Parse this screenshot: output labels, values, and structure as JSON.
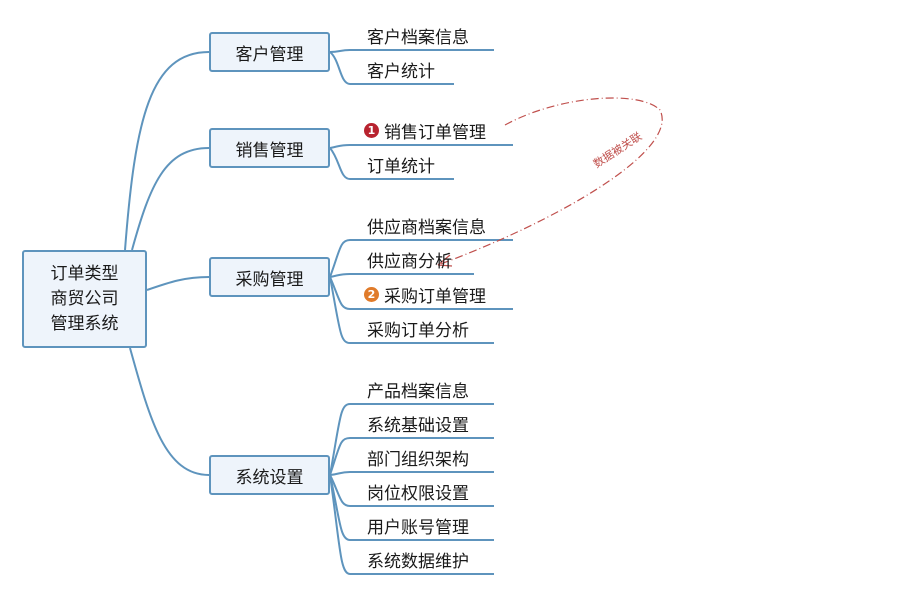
{
  "root": {
    "lines": [
      "订单类型",
      "商贸公司",
      "管理系统"
    ]
  },
  "branches": [
    {
      "label": "客户管理",
      "children": [
        {
          "label": "客户档案信息"
        },
        {
          "label": "客户统计"
        }
      ]
    },
    {
      "label": "销售管理",
      "children": [
        {
          "label": "销售订单管理",
          "badge": "1",
          "badge_color": "#b8232f"
        },
        {
          "label": "订单统计"
        }
      ]
    },
    {
      "label": "采购管理",
      "children": [
        {
          "label": "供应商档案信息"
        },
        {
          "label": "供应商分析"
        },
        {
          "label": "采购订单管理",
          "badge": "2",
          "badge_color": "#e07b2a"
        },
        {
          "label": "采购订单分析"
        }
      ]
    },
    {
      "label": "系统设置",
      "children": [
        {
          "label": "产品档案信息"
        },
        {
          "label": "系统基础设置"
        },
        {
          "label": "部门组织架构"
        },
        {
          "label": "岗位权限设置"
        },
        {
          "label": "用户账号管理"
        },
        {
          "label": "系统数据维护"
        }
      ]
    }
  ],
  "relation": {
    "label": "数据被关联",
    "color": "#c0504d"
  },
  "colors": {
    "line": "#5e94bd",
    "box_fill": "#eef4fb"
  }
}
